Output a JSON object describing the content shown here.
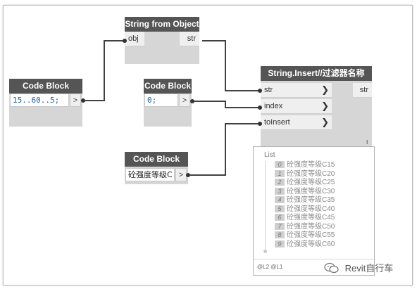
{
  "nodes": {
    "string_from_object": {
      "title": "String from Object",
      "input": "obj",
      "output": "str"
    },
    "code_block_1": {
      "title": "Code Block",
      "code": "15..60..5;",
      "output": ">"
    },
    "code_block_2": {
      "title": "Code Block",
      "code": "0;",
      "output": ">"
    },
    "code_block_3": {
      "title": "Code Block",
      "code": "砼强度等级C",
      "output": ">"
    },
    "string_insert": {
      "title": "String.Insert//过滤器名称",
      "inputs": [
        "str",
        "index",
        "toInsert"
      ],
      "output": "str",
      "lacing": "l"
    }
  },
  "preview": {
    "title": "List",
    "items": [
      {
        "index": "0",
        "value": "砼强度等级C15"
      },
      {
        "index": "1",
        "value": "砼强度等级C20"
      },
      {
        "index": "2",
        "value": "砼强度等级C25"
      },
      {
        "index": "3",
        "value": "砼强度等级C30"
      },
      {
        "index": "4",
        "value": "砼强度等级C35"
      },
      {
        "index": "5",
        "value": "砼强度等级C40"
      },
      {
        "index": "6",
        "value": "砼强度等级C45"
      },
      {
        "index": "7",
        "value": "砼强度等级C50"
      },
      {
        "index": "8",
        "value": "砼强度等级C55"
      },
      {
        "index": "9",
        "value": "砼强度等级C60"
      }
    ],
    "footer": "@L2 @L1"
  },
  "watermark": "Revit自行车",
  "colors": {
    "header": "#555555",
    "body": "#d6d6d6",
    "wire": "#404040",
    "code_number": "#1f5fa8"
  }
}
